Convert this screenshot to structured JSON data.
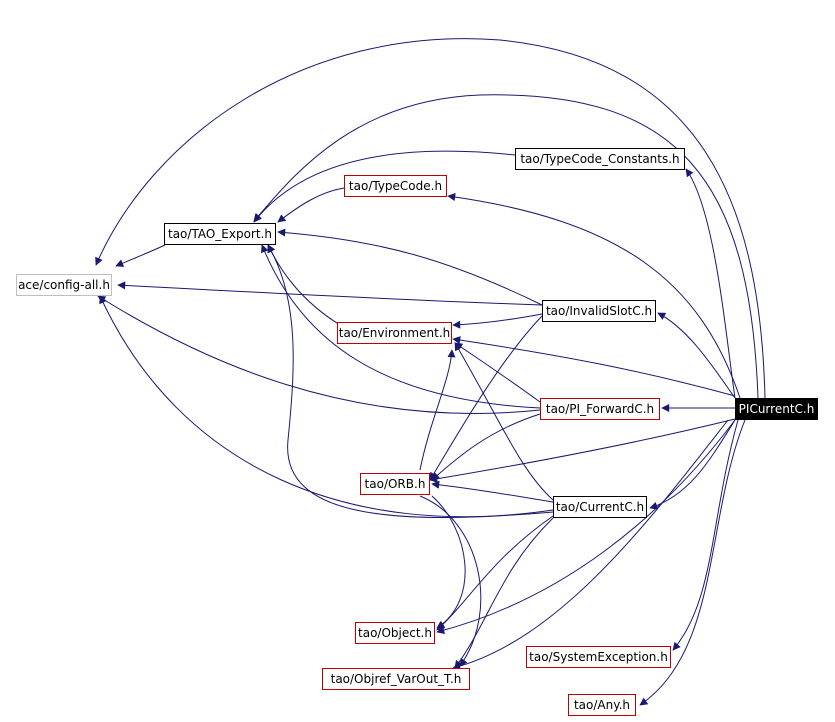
{
  "diagram": {
    "colors": {
      "edge": "#191970",
      "documented_border": "#000000",
      "undocumented_border": "#c00000",
      "external_border": "#bfbfbf",
      "root_fill": "#000000",
      "root_text": "#ffffff"
    },
    "nodes": {
      "picurrentc": "PICurrentC.h",
      "config_all": "ace/config-all.h",
      "tao_export": "tao/TAO_Export.h",
      "typecode_constants": "tao/TypeCode_Constants.h",
      "typecode": "tao/TypeCode.h",
      "invalid_slotc": "tao/InvalidSlotC.h",
      "environment": "tao/Environment.h",
      "pi_forwardc": "tao/PI_ForwardC.h",
      "orb": "tao/ORB.h",
      "currentc": "tao/CurrentC.h",
      "object": "tao/Object.h",
      "objref_varout": "tao/Objref_VarOut_T.h",
      "system_exception": "tao/SystemException.h",
      "any": "tao/Any.h"
    }
  }
}
